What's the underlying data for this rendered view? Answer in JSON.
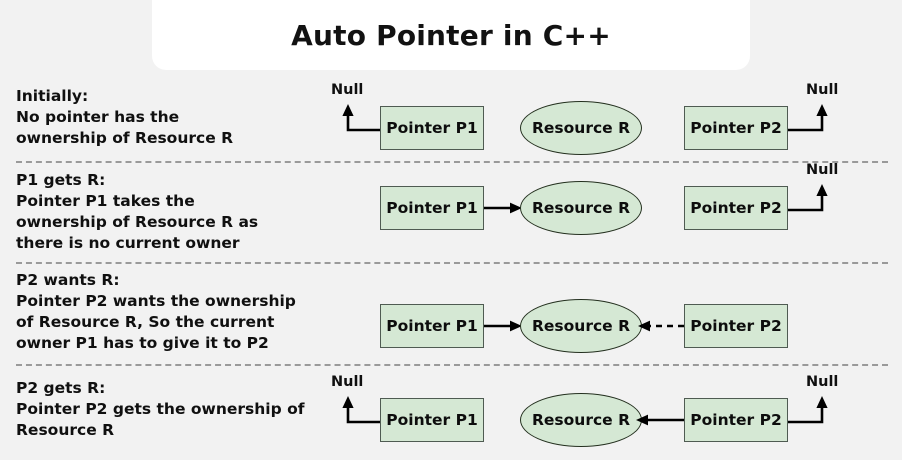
{
  "title": {
    "text": "Auto Pointer in C++"
  },
  "labels": {
    "pointer_p1": "Pointer P1",
    "pointer_p2": "Pointer P2",
    "resource": "Resource R",
    "null": "Null"
  },
  "colors": {
    "page_background": "#f2f2f2",
    "card_background": "#ffffff",
    "node_fill": "#d5e8d4",
    "node_stroke": "#4f5b52",
    "ellipse_stroke": "#24301f",
    "separator": "#9a9a9a",
    "arrow": "#000000",
    "text": "#111111"
  },
  "rows": [
    {
      "id": "initially",
      "caption": "Initially:\nNo pointer has the\nownership of Resource R",
      "p1_null": true,
      "p2_null": true,
      "p1_to_resource": "none",
      "p2_to_resource": "none"
    },
    {
      "id": "p1-gets-r",
      "caption": "P1 gets R:\nPointer P1 takes the\nownership of Resource R as\nthere is no current owner",
      "p1_null": false,
      "p2_null": true,
      "p1_to_resource": "solid",
      "p2_to_resource": "none"
    },
    {
      "id": "p2-wants-r",
      "caption": "P2 wants R:\nPointer P2 wants the ownership\nof Resource R, So the current\nowner P1 has to give it to P2",
      "p1_null": false,
      "p2_null": false,
      "p1_to_resource": "solid",
      "p2_to_resource": "dashed"
    },
    {
      "id": "p2-gets-r",
      "caption": "P2 gets R:\nPointer P2 gets the ownership of\nResource R",
      "p1_null": true,
      "p2_null": true,
      "p1_to_resource": "none",
      "p2_to_resource": "solid"
    }
  ]
}
